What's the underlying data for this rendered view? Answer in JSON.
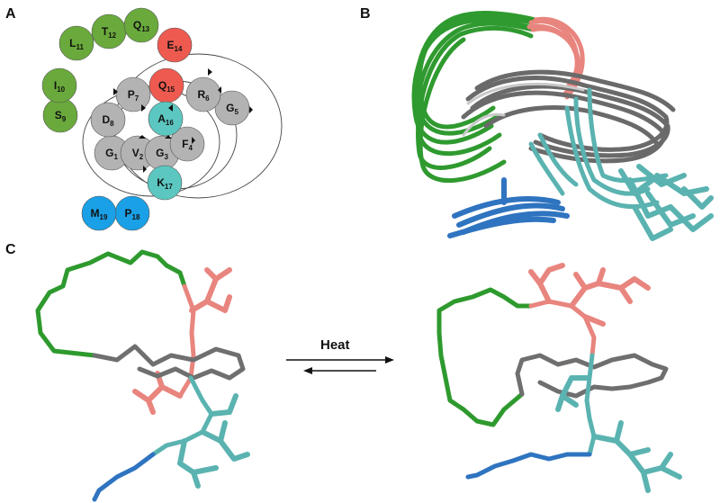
{
  "panels": {
    "a": "A",
    "b": "B",
    "c": "C"
  },
  "colors": {
    "green": "#6aaa3c",
    "red": "#ee5a50",
    "gray": "#b3b3b3",
    "teal": "#5cc7c0",
    "blue": "#1aa0e6",
    "stick_green": "#2e9a2e",
    "stick_salmon": "#e8857e",
    "stick_gray": "#6f6f6f",
    "stick_teal": "#5ab3b0",
    "stick_blue": "#2f74c0"
  },
  "residues": [
    {
      "name": "G",
      "num": "1",
      "color": "gray"
    },
    {
      "name": "V",
      "num": "2",
      "color": "gray"
    },
    {
      "name": "G",
      "num": "3",
      "color": "gray"
    },
    {
      "name": "F",
      "num": "4",
      "color": "gray"
    },
    {
      "name": "G",
      "num": "5",
      "color": "gray"
    },
    {
      "name": "R",
      "num": "6",
      "color": "gray"
    },
    {
      "name": "P",
      "num": "7",
      "color": "gray"
    },
    {
      "name": "D",
      "num": "8",
      "color": "gray"
    },
    {
      "name": "S",
      "num": "9",
      "color": "green"
    },
    {
      "name": "I",
      "num": "10",
      "color": "green"
    },
    {
      "name": "L",
      "num": "11",
      "color": "green"
    },
    {
      "name": "T",
      "num": "12",
      "color": "green"
    },
    {
      "name": "Q",
      "num": "13",
      "color": "green"
    },
    {
      "name": "E",
      "num": "14",
      "color": "red"
    },
    {
      "name": "Q",
      "num": "15",
      "color": "red"
    },
    {
      "name": "A",
      "num": "16",
      "color": "teal"
    },
    {
      "name": "K",
      "num": "17",
      "color": "teal"
    },
    {
      "name": "P",
      "num": "18",
      "color": "blue"
    },
    {
      "name": "M",
      "num": "19",
      "color": "blue"
    }
  ],
  "heat_label": "Heat"
}
